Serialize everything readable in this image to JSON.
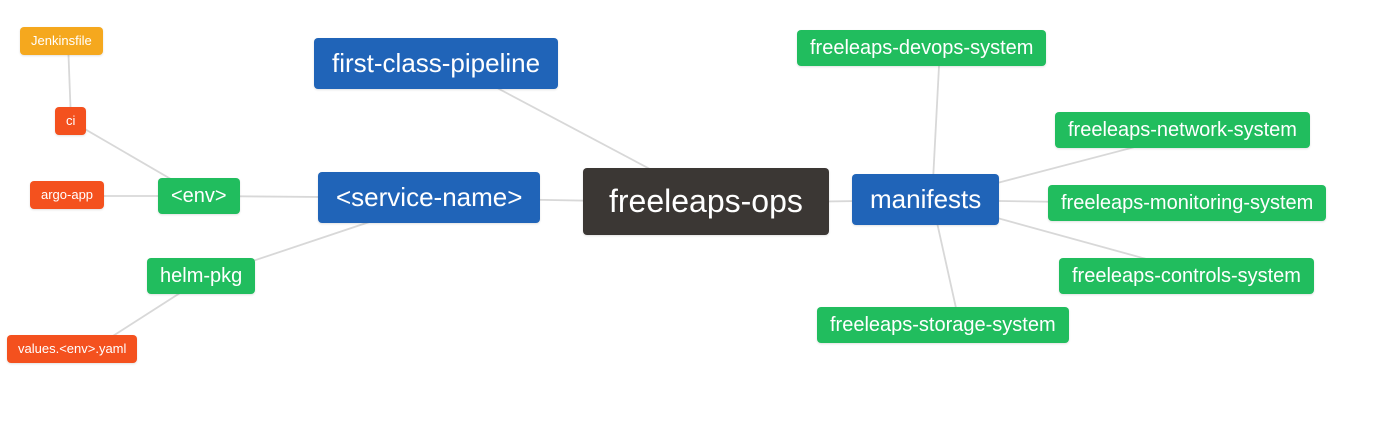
{
  "diagram": {
    "title": "freeleaps-ops mindmap",
    "background_color": "#ffffff",
    "edge_color": "#d8d8d8",
    "colors": {
      "root": "#3b3734",
      "branch": "#2064b8",
      "leaf": "#21bd5e",
      "detail": "#f4511e",
      "file": "#f5a81e"
    },
    "nodes": [
      {
        "id": "freeleaps-ops",
        "label": "freeleaps-ops",
        "color": "#3b3734",
        "level": "root"
      },
      {
        "id": "first-class-pipeline",
        "label": "first-class-pipeline",
        "color": "#2064b8",
        "level": "branch"
      },
      {
        "id": "service-name",
        "label": "<service-name>",
        "color": "#2064b8",
        "level": "branch"
      },
      {
        "id": "manifests",
        "label": "manifests",
        "color": "#2064b8",
        "level": "branch"
      },
      {
        "id": "env",
        "label": "<env>",
        "color": "#21bd5e",
        "level": "leaf"
      },
      {
        "id": "helm-pkg",
        "label": "helm-pkg",
        "color": "#21bd5e",
        "level": "leaf"
      },
      {
        "id": "ci",
        "label": "ci",
        "color": "#f4511e",
        "level": "detail"
      },
      {
        "id": "argo-app",
        "label": "argo-app",
        "color": "#f4511e",
        "level": "detail"
      },
      {
        "id": "jenkinsfile",
        "label": "Jenkinsfile",
        "color": "#f5a81e",
        "level": "file"
      },
      {
        "id": "values-env-yaml",
        "label": "values.<env>.yaml",
        "color": "#f4511e",
        "level": "detail"
      },
      {
        "id": "freeleaps-devops-system",
        "label": "freeleaps-devops-system",
        "color": "#21bd5e",
        "level": "leaf"
      },
      {
        "id": "freeleaps-network-system",
        "label": "freeleaps-network-system",
        "color": "#21bd5e",
        "level": "leaf"
      },
      {
        "id": "freeleaps-monitoring-system",
        "label": "freeleaps-monitoring-system",
        "color": "#21bd5e",
        "level": "leaf"
      },
      {
        "id": "freeleaps-controls-system",
        "label": "freeleaps-controls-system",
        "color": "#21bd5e",
        "level": "leaf"
      },
      {
        "id": "freeleaps-storage-system",
        "label": "freeleaps-storage-system",
        "color": "#21bd5e",
        "level": "leaf"
      }
    ],
    "edges": [
      [
        "freeleaps-ops",
        "first-class-pipeline"
      ],
      [
        "freeleaps-ops",
        "service-name"
      ],
      [
        "freeleaps-ops",
        "manifests"
      ],
      [
        "service-name",
        "env"
      ],
      [
        "service-name",
        "helm-pkg"
      ],
      [
        "env",
        "ci"
      ],
      [
        "env",
        "argo-app"
      ],
      [
        "ci",
        "jenkinsfile"
      ],
      [
        "helm-pkg",
        "values-env-yaml"
      ],
      [
        "manifests",
        "freeleaps-devops-system"
      ],
      [
        "manifests",
        "freeleaps-network-system"
      ],
      [
        "manifests",
        "freeleaps-monitoring-system"
      ],
      [
        "manifests",
        "freeleaps-controls-system"
      ],
      [
        "manifests",
        "freeleaps-storage-system"
      ]
    ]
  }
}
